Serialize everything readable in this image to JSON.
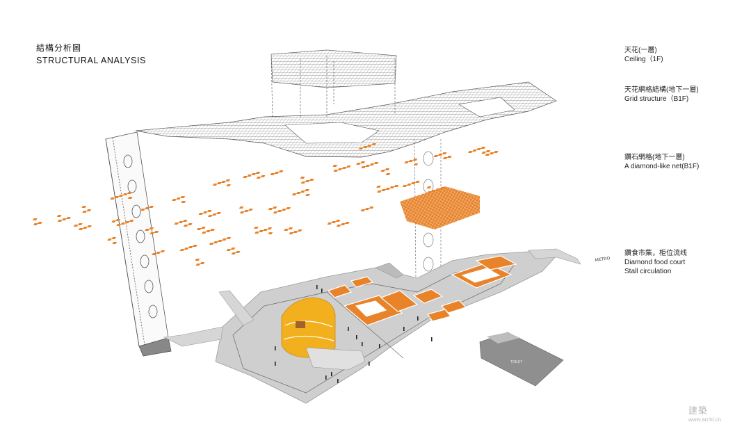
{
  "title": {
    "zh": "結構分析圖",
    "en": "STRUCTURAL ANALYSIS"
  },
  "layers": [
    {
      "zh": "天花(一層)",
      "en": "Ceiling（1F)"
    },
    {
      "zh": "天花網格結構(地下一層)",
      "en": "Grid structure（B1F)"
    },
    {
      "zh": "鑽石網格(地下一層)",
      "en": "A diamond-like net(B1F)"
    },
    {
      "zh": "鑽食市集，柜位流线",
      "en": "Diamond food court",
      "en2": "Stall circulation"
    }
  ],
  "plan_labels": {
    "metro": "METRO",
    "toilet": "TOILET"
  },
  "watermark": {
    "main": "建築",
    "url": "www.archi.cn"
  },
  "colors": {
    "accent": "#e8832a",
    "yellow": "#f2b01e",
    "floor": "#cfcfcf",
    "grid": "#555555"
  }
}
